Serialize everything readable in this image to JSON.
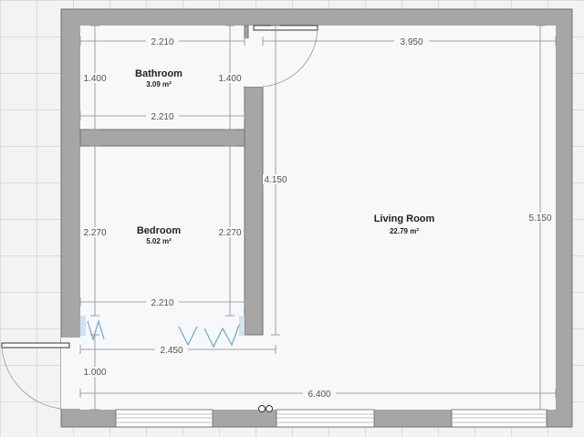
{
  "rooms": {
    "bathroom": {
      "name": "Bathroom",
      "area": "3.09 m²"
    },
    "bedroom": {
      "name": "Bedroom",
      "area": "5.02 m²"
    },
    "living_room": {
      "name": "Living Room",
      "area": "22.79 m²"
    }
  },
  "dimensions": {
    "bathroom_top": "2.210",
    "bathroom_bottom": "2.210",
    "bathroom_left": "1.400",
    "bathroom_right": "1.400",
    "living_top": "3.950",
    "partition_height": "4.150",
    "bedroom_left": "2.270",
    "bedroom_right": "2.270",
    "bedroom_bottom": "2.210",
    "hall_width": "2.450",
    "living_right": "5.150",
    "entry_height": "1.000",
    "overall_width": "6.400"
  },
  "colors": {
    "wall": "#a6a6a6",
    "floor": "#f7f8f9",
    "grid": "#dcdcdc",
    "folding_door": "#6aa8d8"
  }
}
